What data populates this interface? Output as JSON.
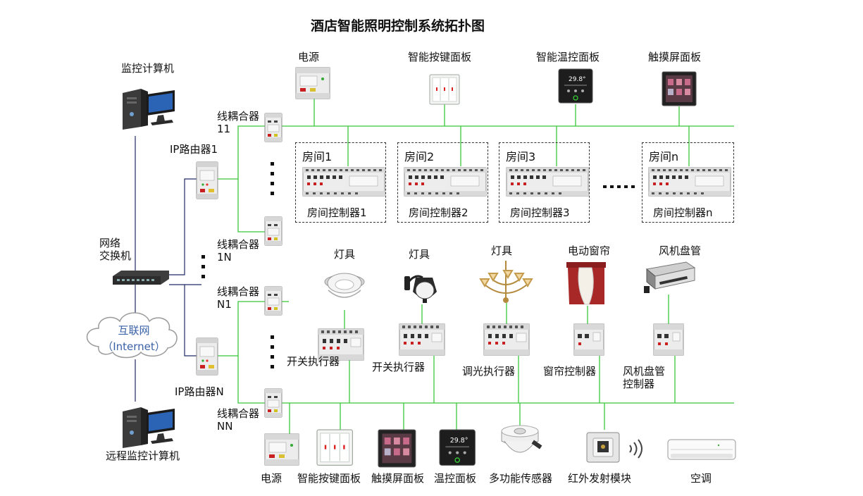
{
  "title": "酒店智能照明控制系统拓扑图",
  "colors": {
    "bus": "#39c839",
    "backbone": "#1f2a66",
    "module_body": "#e9e9e9",
    "cloud_text": "#3a62a8"
  },
  "labels": {
    "monitor_pc": "监控计算机",
    "remote_pc": "远程监控计算机",
    "switch": "网络\n交换机",
    "internet_line1": "互联网",
    "internet_line2": "（Internet）",
    "ip_router_1": "IP路由器1",
    "ip_router_n": "IP路由器N",
    "coupler_11": "线耦合器\n11",
    "coupler_1n": "线耦合器\n1N",
    "coupler_n1": "线耦合器\nN1",
    "coupler_nn": "线耦合器\nNN"
  },
  "top_devices": [
    {
      "label": "电源",
      "icon": "power-supply-icon"
    },
    {
      "label": "智能按键面板",
      "icon": "key-panel-icon"
    },
    {
      "label": "智能温控面板",
      "icon": "thermostat-panel-icon"
    },
    {
      "label": "触摸屏面板",
      "icon": "touch-screen-icon"
    }
  ],
  "rooms": [
    {
      "title": "房间1",
      "controller": "房间控制器1"
    },
    {
      "title": "房间2",
      "controller": "房间控制器2"
    },
    {
      "title": "房间3",
      "controller": "房间控制器3"
    },
    {
      "title": "房间n",
      "controller": "房间控制器n"
    }
  ],
  "mid_loads": [
    {
      "label": "灯具",
      "icon": "downlight-icon"
    },
    {
      "label": "灯具",
      "icon": "wall-lamp-icon"
    },
    {
      "label": "灯具",
      "icon": "chandelier-icon"
    },
    {
      "label": "电动窗帘",
      "icon": "curtain-icon"
    },
    {
      "label": "风机盘管",
      "icon": "fan-coil-icon"
    }
  ],
  "actuators": [
    {
      "label": "开关执行器"
    },
    {
      "label": "开关执行器"
    },
    {
      "label": "调光执行器"
    },
    {
      "label": "窗帘控制器"
    },
    {
      "label": "风机盘管\n控制器"
    }
  ],
  "bottom_devices": [
    {
      "label": "电源",
      "icon": "power-supply-icon"
    },
    {
      "label": "智能按键面板",
      "icon": "key-panel-icon"
    },
    {
      "label": "触摸屏面板",
      "icon": "touch-screen-icon"
    },
    {
      "label": "温控面板",
      "icon": "thermostat-panel-icon"
    },
    {
      "label": "多功能传感器",
      "icon": "multi-sensor-icon"
    },
    {
      "label": "红外发射模块",
      "icon": "ir-module-icon"
    },
    {
      "label": "空调",
      "icon": "air-conditioner-icon"
    }
  ],
  "thermostat_display": "29.8°"
}
